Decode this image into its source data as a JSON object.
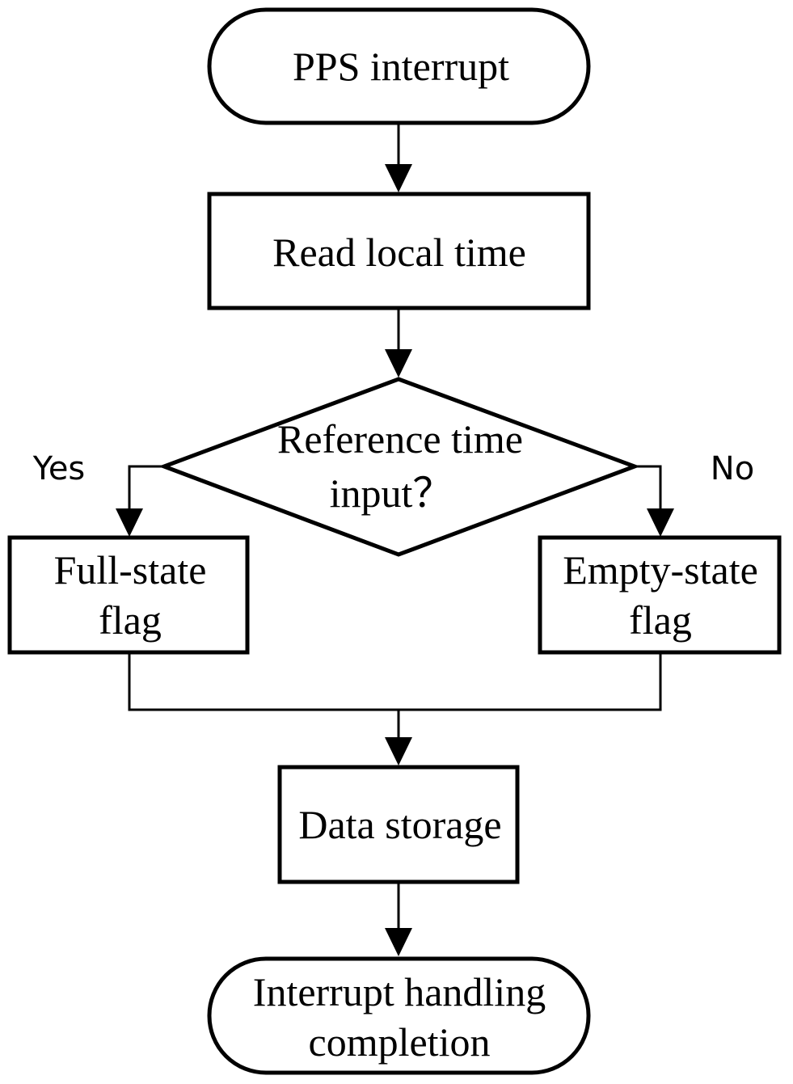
{
  "diagram": {
    "type": "flowchart",
    "nodes": {
      "start": {
        "shape": "terminator",
        "text": "PPS interrupt"
      },
      "read_time": {
        "shape": "process",
        "text": "Read local time"
      },
      "decision": {
        "shape": "decision",
        "line1": "Reference time",
        "line2": "input？"
      },
      "full_flag": {
        "shape": "process",
        "line1": "Full-state",
        "line2": "flag"
      },
      "empty_flag": {
        "shape": "process",
        "line1": "Empty-state",
        "line2": "flag"
      },
      "storage": {
        "shape": "process",
        "text": "Data storage"
      },
      "end": {
        "shape": "terminator",
        "line1": "Interrupt handling",
        "line2": "completion"
      }
    },
    "branches": {
      "yes": "Yes",
      "no": "No"
    },
    "edges": [
      {
        "from": "start",
        "to": "read_time"
      },
      {
        "from": "read_time",
        "to": "decision"
      },
      {
        "from": "decision",
        "to": "full_flag",
        "label": "Yes"
      },
      {
        "from": "decision",
        "to": "empty_flag",
        "label": "No"
      },
      {
        "from": "full_flag",
        "to": "storage"
      },
      {
        "from": "empty_flag",
        "to": "storage"
      },
      {
        "from": "storage",
        "to": "end"
      }
    ]
  }
}
